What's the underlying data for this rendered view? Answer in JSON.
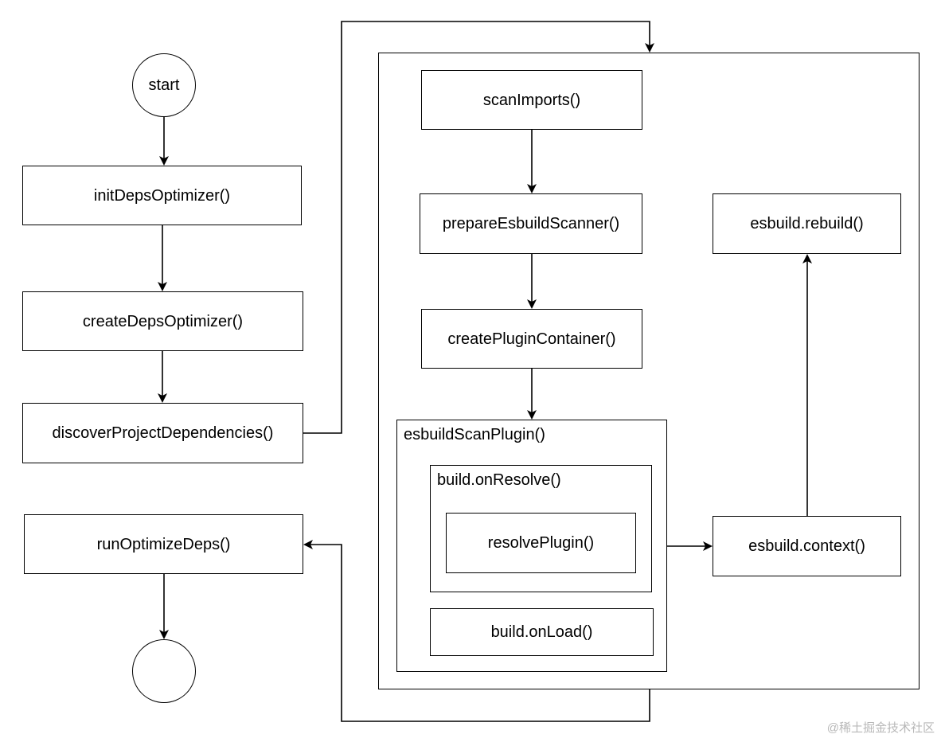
{
  "diagram": {
    "nodes": {
      "start": "start",
      "init_deps_optimizer": "initDepsOptimizer()",
      "create_deps_optimizer": "createDepsOptimizer()",
      "discover_project_dependencies": "discoverProjectDependencies()",
      "run_optimize_deps": "runOptimizeDeps()",
      "end": "",
      "scan_imports": "scanImports()",
      "prepare_esbuild_scanner": "prepareEsbuildScanner()",
      "create_plugin_container": "createPluginContainer()",
      "esbuild_rebuild": "esbuild.rebuild()",
      "esbuild_context": "esbuild.context()",
      "resolve_plugin": "resolvePlugin()",
      "build_on_load": "build.onLoad()"
    },
    "groups": {
      "esbuild_scan_plugin": "esbuildScanPlugin()",
      "build_on_resolve": "build.onResolve()"
    },
    "colors": {
      "stroke": "#000000",
      "fill": "#ffffff",
      "watermark": "#b8b8b8"
    }
  },
  "watermark": "@稀土掘金技术社区"
}
